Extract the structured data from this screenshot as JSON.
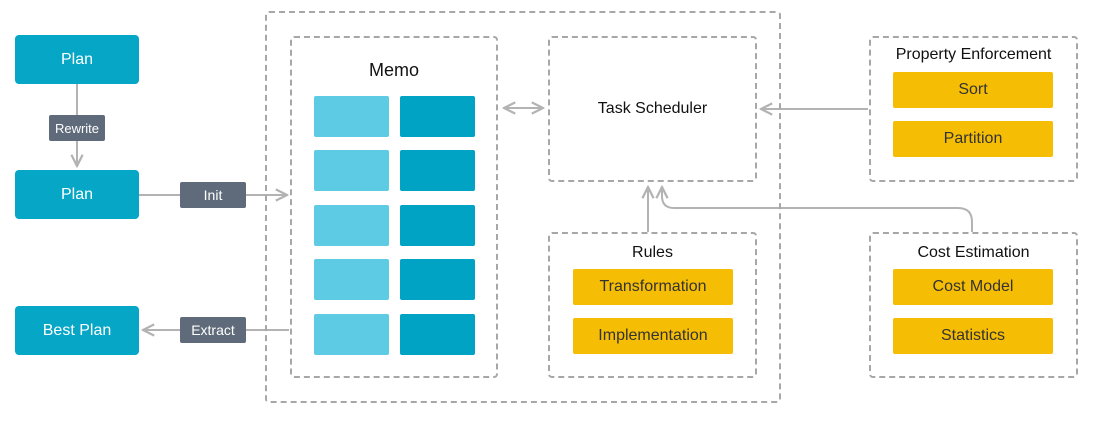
{
  "left": {
    "plan_top": "Plan",
    "rewrite": "Rewrite",
    "plan_mid": "Plan",
    "init": "Init",
    "best_plan": "Best Plan",
    "extract": "Extract"
  },
  "memo": {
    "title": "Memo"
  },
  "scheduler": {
    "title": "Task Scheduler"
  },
  "rules": {
    "title": "Rules",
    "items": [
      "Transformation",
      "Implementation"
    ]
  },
  "property": {
    "title": "Property Enforcement",
    "items": [
      "Sort",
      "Partition"
    ]
  },
  "cost": {
    "title": "Cost Estimation",
    "items": [
      "Cost Model",
      "Statistics"
    ]
  },
  "colors": {
    "teal": "#05a6c6",
    "teal_light": "#5ccbe3",
    "teal_dark": "#00a3c3",
    "tag": "#5f6b7a",
    "gold": "#f6bd05",
    "dashed": "#a7a7a7",
    "arrow": "#b3b3b3"
  }
}
